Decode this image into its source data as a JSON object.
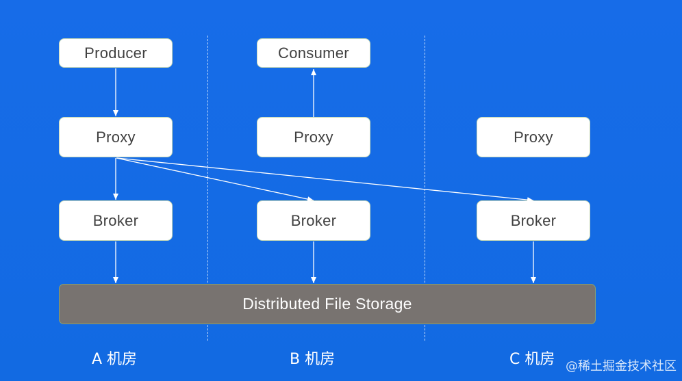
{
  "nodes": {
    "producer": "Producer",
    "consumer": "Consumer",
    "proxy_a": "Proxy",
    "proxy_b": "Proxy",
    "proxy_c": "Proxy",
    "broker_a": "Broker",
    "broker_b": "Broker",
    "broker_c": "Broker"
  },
  "storage": {
    "label": "Distributed File Storage"
  },
  "rooms": {
    "a": "A 机房",
    "b": "B 机房",
    "c": "C 机房"
  },
  "watermark": "@稀土掘金技术社区",
  "colors": {
    "background": "#1569e6",
    "box": "#ffffff",
    "storage": "#787370",
    "arrow": "#ffffff"
  }
}
